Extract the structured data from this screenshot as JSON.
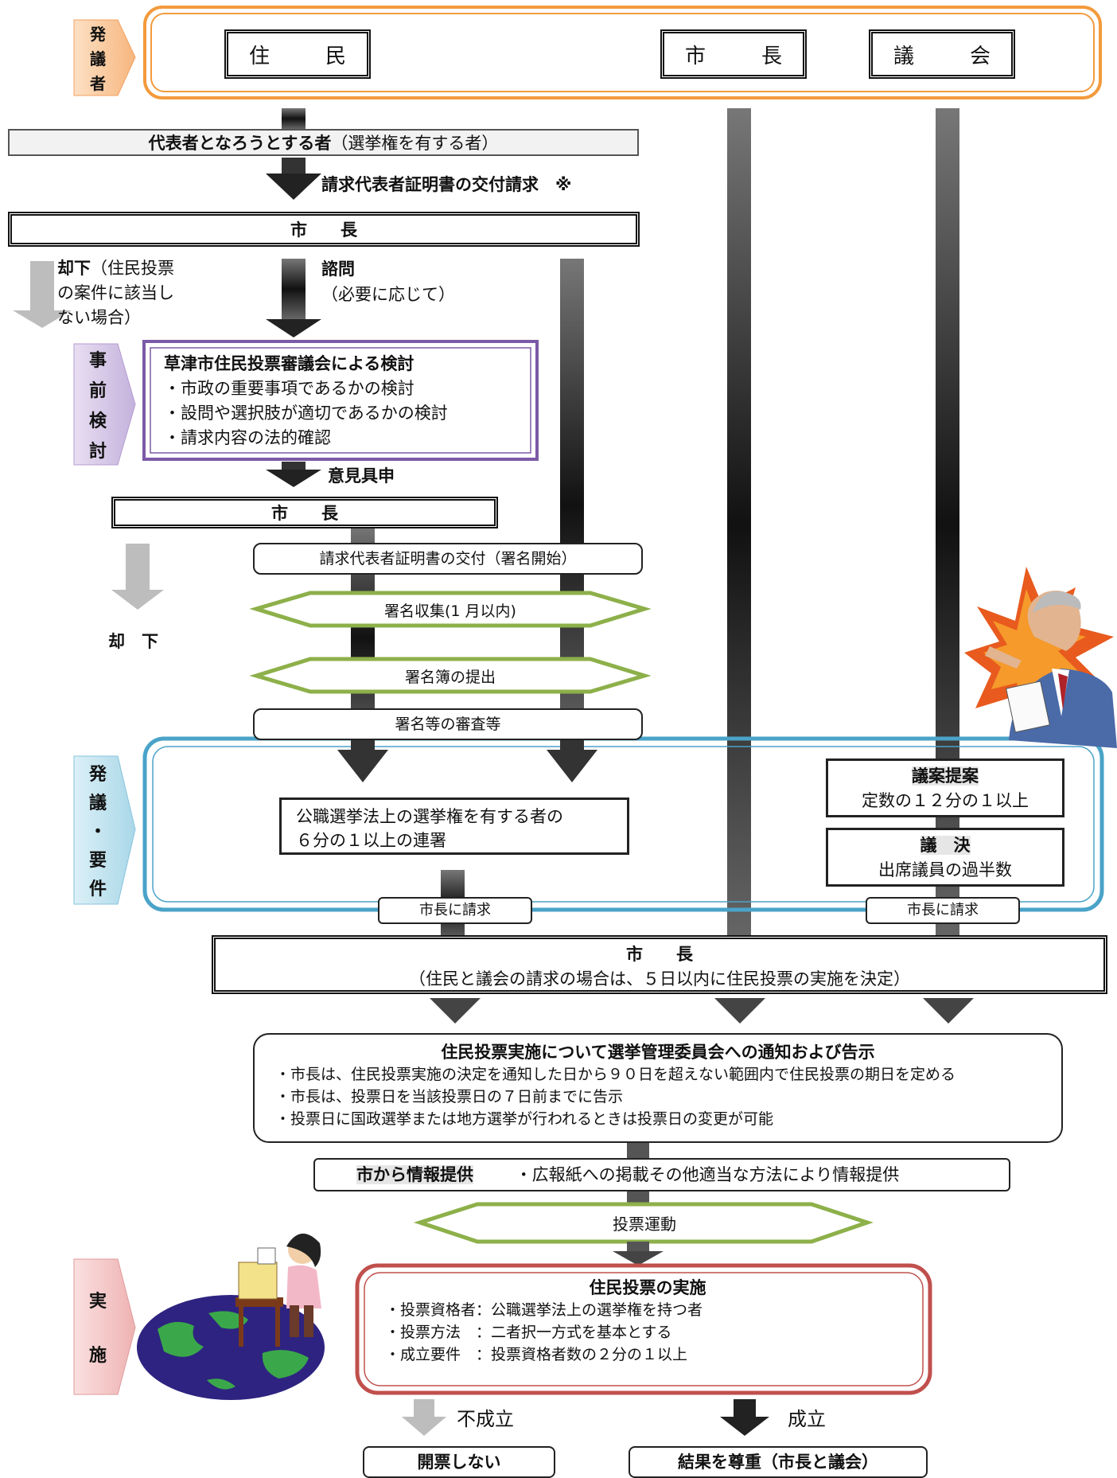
{
  "stages": {
    "initiator": [
      "発",
      "議",
      "者"
    ],
    "pre_review": [
      "事",
      "前",
      "検",
      "討"
    ],
    "requirements": [
      "発",
      "議",
      "・",
      "要",
      "件"
    ],
    "execution": [
      "実",
      "施"
    ]
  },
  "initiators": {
    "residents": "住　民",
    "mayor": "市　長",
    "council": "議　会"
  },
  "representative": {
    "bold": "代表者となろうとする者",
    "note": "（選挙権を有する者）"
  },
  "request_certificate": "請求代表者証明書の交付請求　※",
  "mayor_label": "市　　長",
  "rejection": {
    "bold": "却下",
    "text": [
      "（住民投票",
      "の案件に該当し",
      "ない場合）"
    ]
  },
  "consult": {
    "bold": "諮問",
    "text": "（必要に応じて）"
  },
  "council_review": {
    "title": "草津市住民投票審議会による検討",
    "items": [
      "・市政の重要事項であるかの検討",
      "・設問や選択肢が適切であるかの検討",
      "・請求内容の法的確認"
    ]
  },
  "opinion": "意見具申",
  "reject_simple": "却　下",
  "steps": {
    "issue_certificate": "請求代表者証明書の交付（署名開始）",
    "collect": "署名収集(1 月以内)",
    "submit": "署名簿の提出",
    "review": "署名等の審査等"
  },
  "residents_requirement": [
    "公職選挙法上の選挙権を有する者の",
    "６分の１以上の連署"
  ],
  "council_req": {
    "proposal_title": "議案提案",
    "proposal_text": "定数の１２分の１以上",
    "resolution_title": "議　決",
    "resolution_text": "出席議員の過半数"
  },
  "request_mayor": "市長に請求",
  "mayor_decision": {
    "title": "市　　長",
    "text": "（住民と議会の請求の場合は、５日以内に住民投票の実施を決定）"
  },
  "notice": {
    "title": "住民投票実施について選挙管理委員会への通知および告示",
    "items": [
      "・市長は、住民投票実施の決定を通知した日から９０日を超えない範囲内で住民投票の期日を定める",
      "・市長は、投票日を当該投票日の７日前までに告示",
      "・投票日に国政選挙または地方選挙が行われるときは投票日の変更が可能"
    ]
  },
  "info": {
    "title": "市から情報提供",
    "text": "・広報紙への掲載その他適当な方法により情報提供"
  },
  "campaign": "投票運動",
  "execution_box": {
    "title": "住民投票の実施",
    "items": [
      "・投票資格者：公職選挙法上の選挙権を持つ者",
      "・投票方法　：二者択一方式を基本とする",
      "・成立要件　：投票資格者数の２分の１以上"
    ]
  },
  "results": {
    "fail": "不成立",
    "success": "成立",
    "no_open": "開票しない",
    "respect": "結果を尊重（市長と議会）"
  },
  "colors": {
    "orange": "#f39a3c",
    "purple": "#7b5aa6",
    "blue": "#4aa3c8",
    "red": "#c0504d",
    "green": "#8db04a"
  }
}
